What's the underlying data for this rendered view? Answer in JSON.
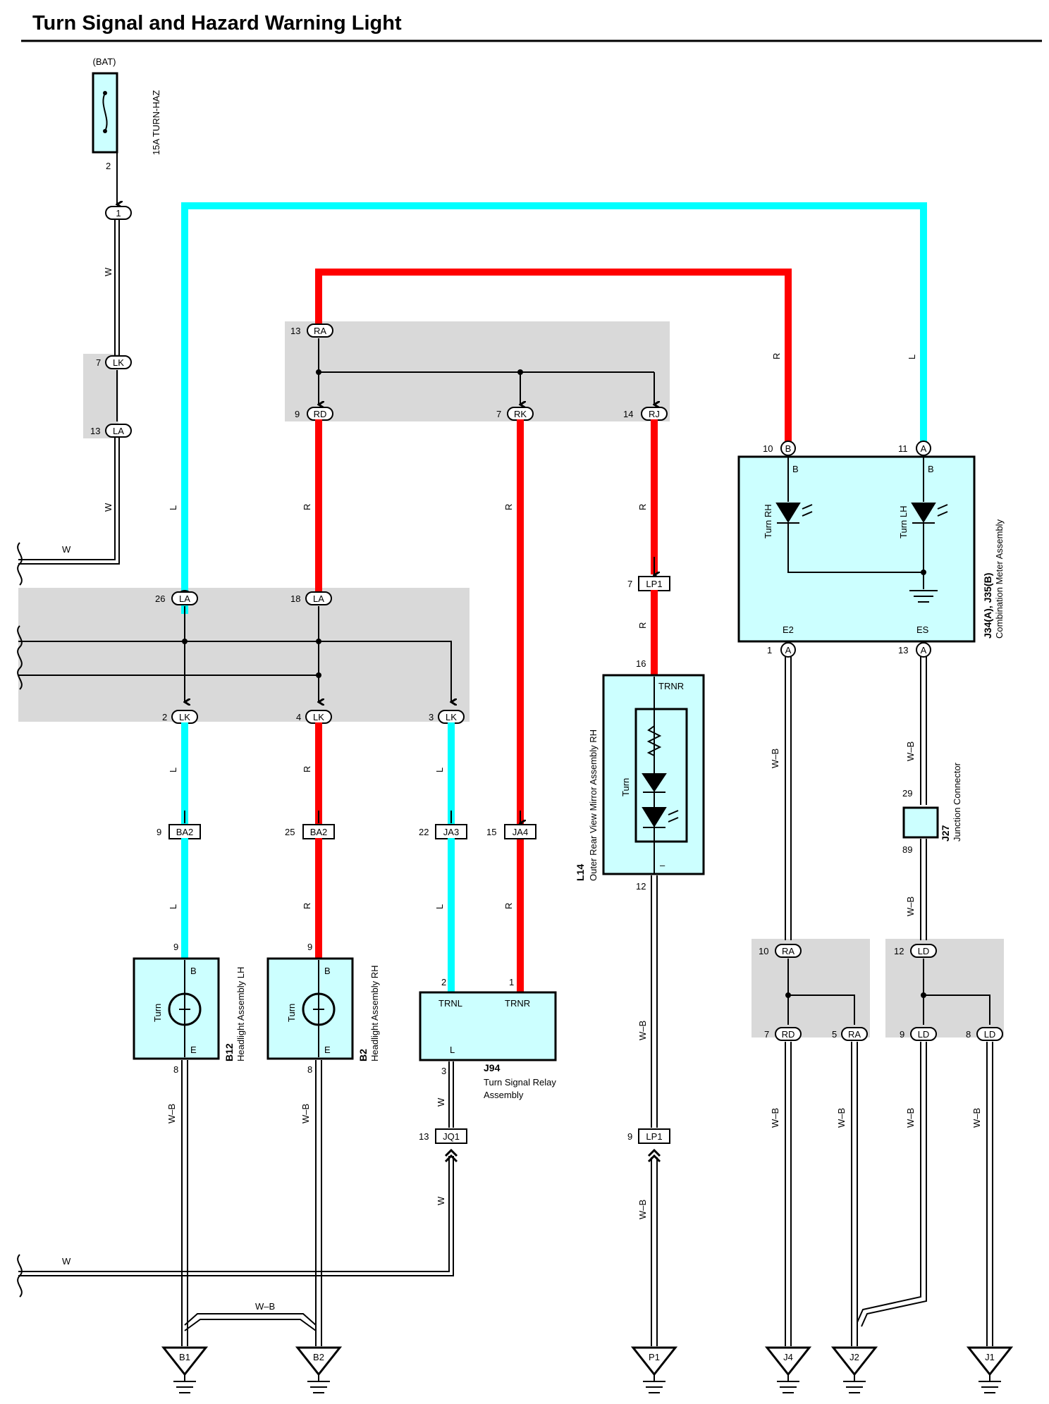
{
  "title": "Turn Signal and Hazard Warning Light",
  "fuse": {
    "source": "(BAT)",
    "label": "15A TURN-HAZ",
    "pin": "2"
  },
  "colors": {
    "L": "#00ffff",
    "R": "#ff0000",
    "wire": "#000000",
    "component_fill": "#ccffff",
    "junction_block": "#d9d9d9"
  },
  "wire_codes": {
    "L": "L",
    "R": "R",
    "W": "W",
    "WB": "W–B"
  },
  "connectors": {
    "c1": "1",
    "lk_top": "LK",
    "lk_top_pin": "7",
    "la_top": "LA",
    "la_top_pin": "13",
    "ra": "RA",
    "ra_pin": "13",
    "rd": "RD",
    "rd_pin": "9",
    "rk": "RK",
    "rk_pin": "7",
    "rj": "RJ",
    "rj_pin": "14",
    "la26": "LA",
    "la26_pin": "26",
    "la18": "LA",
    "la18_pin": "18",
    "lk2": "LK",
    "lk2_pin": "2",
    "lk4": "LK",
    "lk4_pin": "4",
    "lk3": "LK",
    "lk3_pin": "3",
    "ba2a": "BA2",
    "ba2a_pin": "9",
    "ba2b": "BA2",
    "ba2b_pin": "25",
    "ja3": "JA3",
    "ja3_pin": "22",
    "ja4": "JA4",
    "ja4_pin": "15",
    "lp1a": "LP1",
    "lp1a_pin": "7",
    "lp1b": "LP1",
    "lp1b_pin": "9",
    "jq1": "JQ1",
    "jq1_pin": "13",
    "b_meter": "B",
    "b_meter_pin": "10",
    "a_meter": "A",
    "a_meter_pin": "11",
    "a_e2": "A",
    "a_e2_pin": "1",
    "a_es": "A",
    "a_es_pin": "13",
    "ra10": "RA",
    "ra10_pin": "10",
    "rd7": "RD",
    "rd7_pin": "7",
    "ra5": "RA",
    "ra5_pin": "5",
    "ld12": "LD",
    "ld12_pin": "12",
    "ld9": "LD",
    "ld9_pin": "9",
    "ld8": "LD",
    "ld8_pin": "8"
  },
  "components": {
    "meter": {
      "code": "J34(A), J35(B)",
      "name": "Combination Meter Assembly",
      "pin_b1": "B",
      "pin_b2": "B",
      "turn_rh": "Turn RH",
      "turn_lh": "Turn LH",
      "e2": "E2",
      "es": "ES"
    },
    "mirror": {
      "code": "L14",
      "name": "Outer Rear View Mirror Assembly RH",
      "pin_top": "16",
      "trnr": "TRNR",
      "turn": "Turn",
      "minus": "–",
      "pin_bottom": "12"
    },
    "junction": {
      "code": "J27",
      "name": "Junction Connector",
      "pin_top": "29",
      "pin_bottom": "89"
    },
    "headlight_lh": {
      "code": "B12",
      "name": "Headlight Assembly LH",
      "b": "B",
      "e": "E",
      "turn": "Turn",
      "pin_top": "9",
      "pin_bottom": "8"
    },
    "headlight_rh": {
      "code": "B2",
      "name": "Headlight Assembly RH",
      "b": "B",
      "e": "E",
      "turn": "Turn",
      "pin_top": "9",
      "pin_bottom": "8"
    },
    "relay": {
      "code": "J94",
      "name": "Turn Signal Relay",
      "name2": "Assembly",
      "trnl": "TRNL",
      "trnr": "TRNR",
      "l": "L",
      "pin_trnl": "2",
      "pin_trnr": "1",
      "pin_l": "3"
    }
  },
  "grounds": [
    "B1",
    "B2",
    "P1",
    "J4",
    "J2",
    "J1"
  ]
}
